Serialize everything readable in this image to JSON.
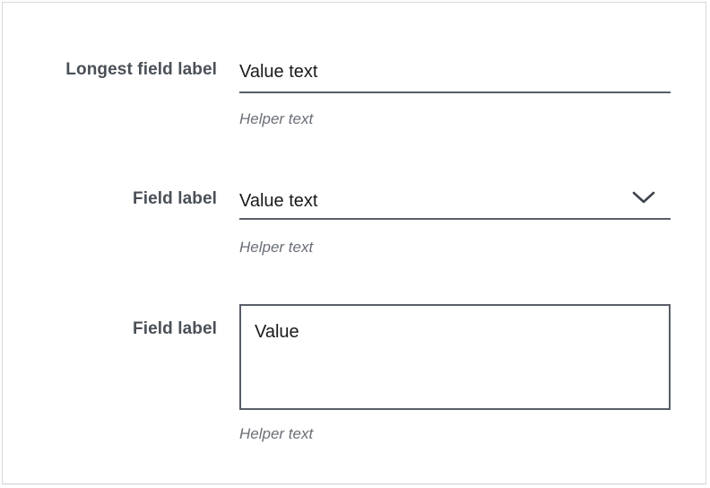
{
  "form": {
    "fields": [
      {
        "label": "Longest field label",
        "value": "Value text",
        "helper": "Helper text",
        "type": "text-input"
      },
      {
        "label": "Field label",
        "value": "Value text",
        "helper": "Helper text",
        "type": "select",
        "icon": "chevron-down-icon"
      },
      {
        "label": "Field label",
        "value": "Value",
        "helper": "Helper text",
        "type": "textarea"
      }
    ]
  },
  "colors": {
    "label": "#4a5057",
    "value": "#19191b",
    "helper": "#6a6f76",
    "line": "#585e69",
    "frame_border": "#d6d9dd",
    "background": "#ffffff"
  }
}
